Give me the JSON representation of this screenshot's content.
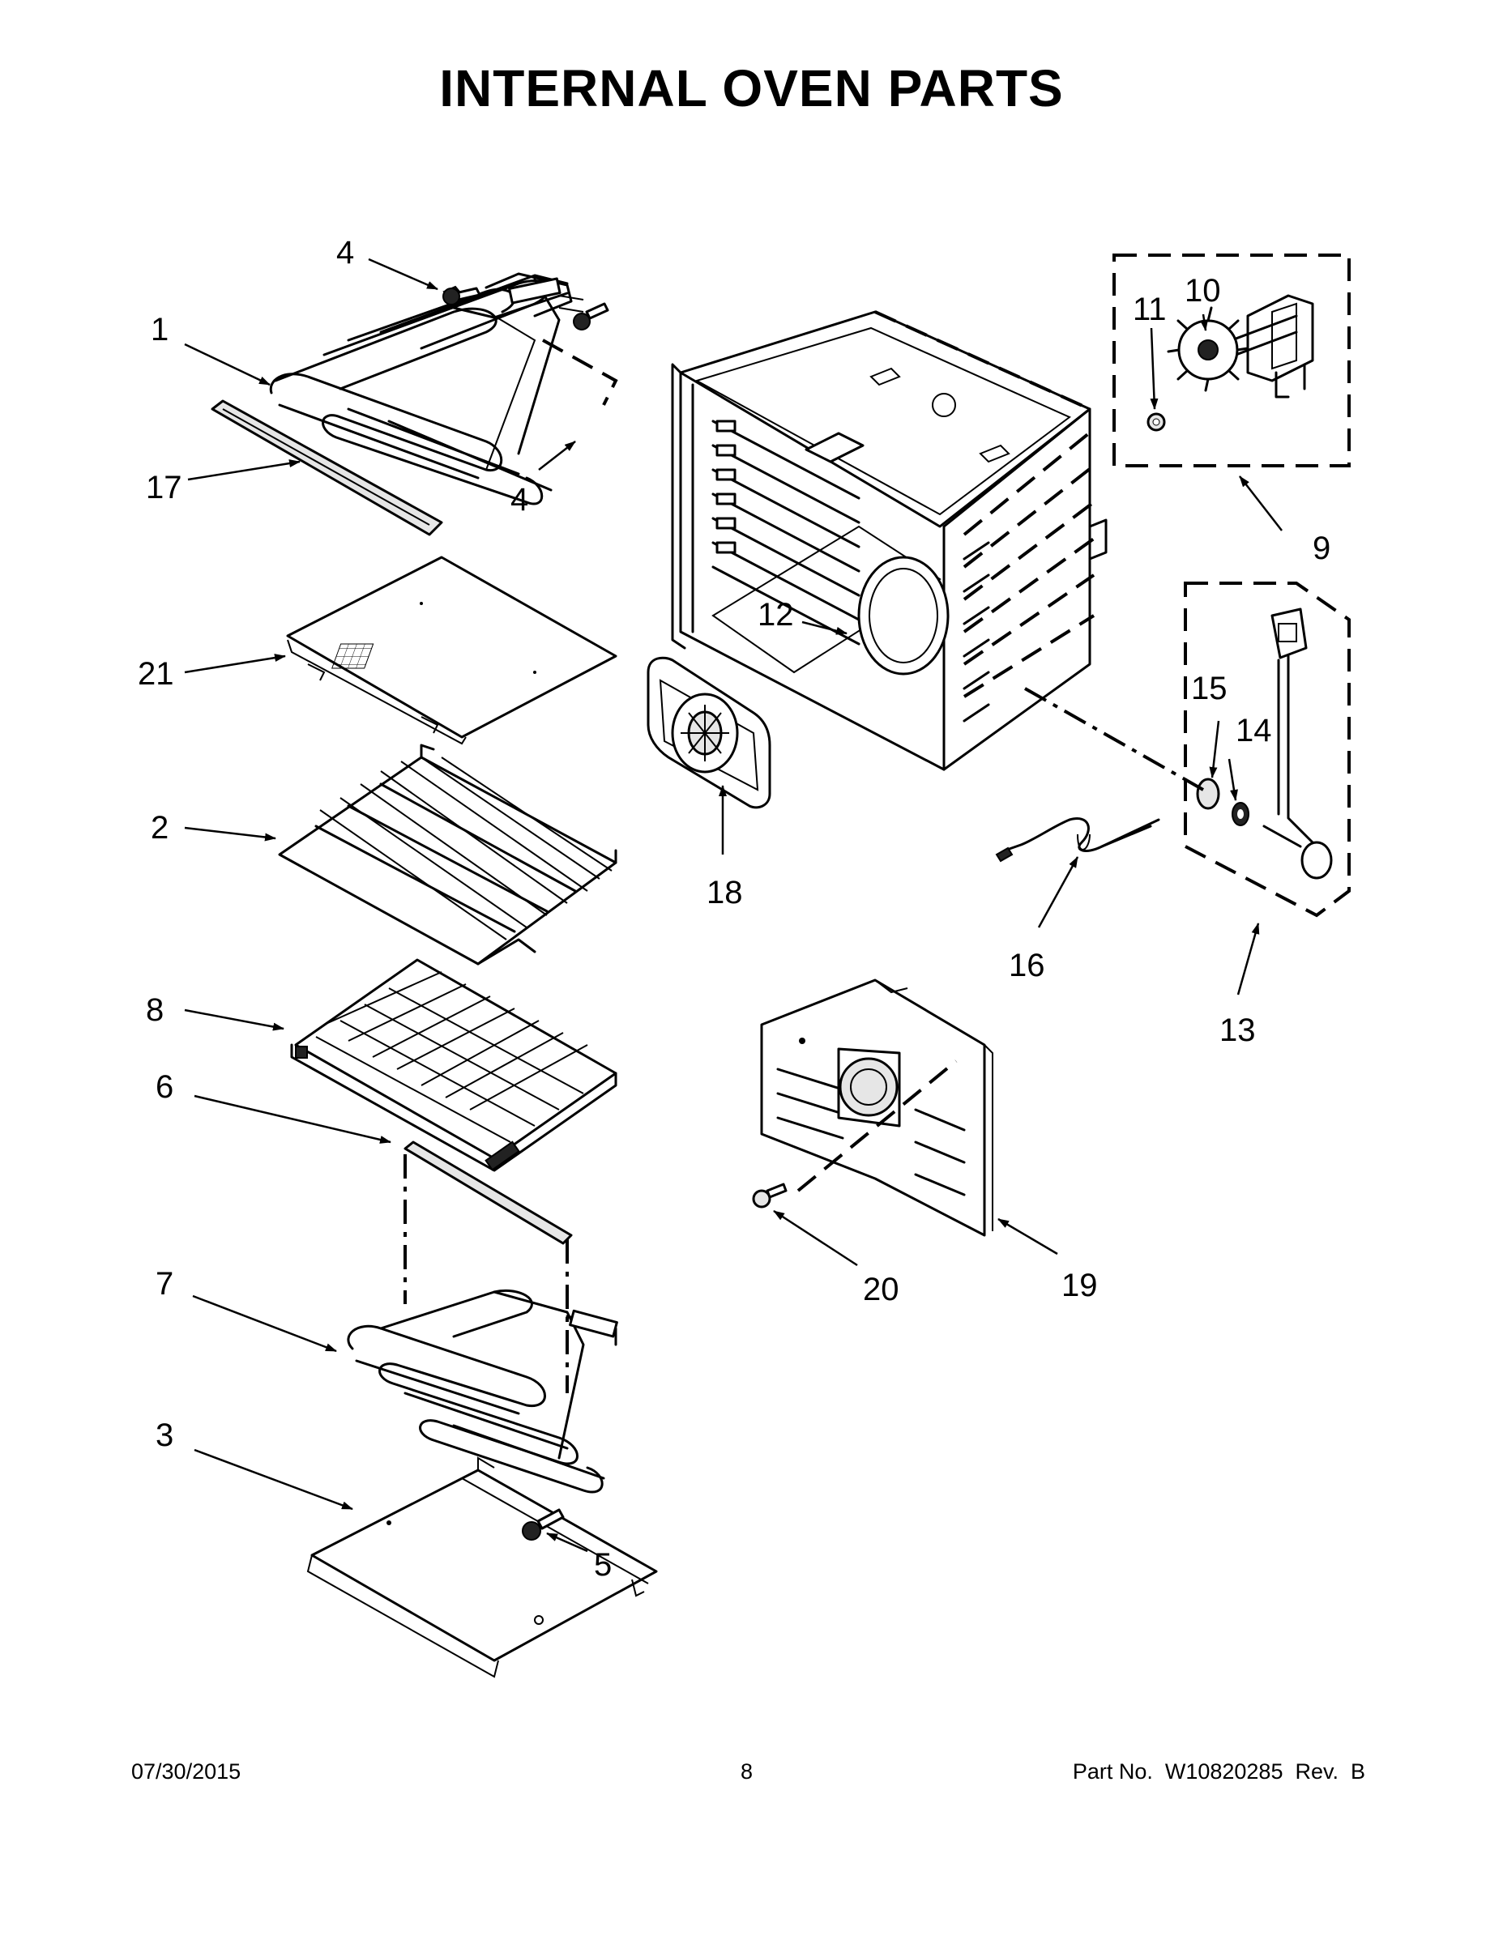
{
  "page": {
    "title": "INTERNAL OVEN PARTS"
  },
  "callouts": [
    {
      "id": "c1",
      "label": "1"
    },
    {
      "id": "c2",
      "label": "2"
    },
    {
      "id": "c3",
      "label": "3"
    },
    {
      "id": "c4a",
      "label": "4"
    },
    {
      "id": "c4b",
      "label": "4"
    },
    {
      "id": "c5",
      "label": "5"
    },
    {
      "id": "c6",
      "label": "6"
    },
    {
      "id": "c7",
      "label": "7"
    },
    {
      "id": "c8",
      "label": "8"
    },
    {
      "id": "c9",
      "label": "9"
    },
    {
      "id": "c10",
      "label": "10"
    },
    {
      "id": "c11",
      "label": "11"
    },
    {
      "id": "c12",
      "label": "12"
    },
    {
      "id": "c13",
      "label": "13"
    },
    {
      "id": "c14",
      "label": "14"
    },
    {
      "id": "c15",
      "label": "15"
    },
    {
      "id": "c16",
      "label": "16"
    },
    {
      "id": "c17",
      "label": "17"
    },
    {
      "id": "c18",
      "label": "18"
    },
    {
      "id": "c19",
      "label": "19"
    },
    {
      "id": "c20",
      "label": "20"
    },
    {
      "id": "c21",
      "label": "21"
    }
  ],
  "footer": {
    "date": "07/30/2015",
    "page_number": "8",
    "part_number": "Part No.  W10820285  Rev.  B"
  }
}
